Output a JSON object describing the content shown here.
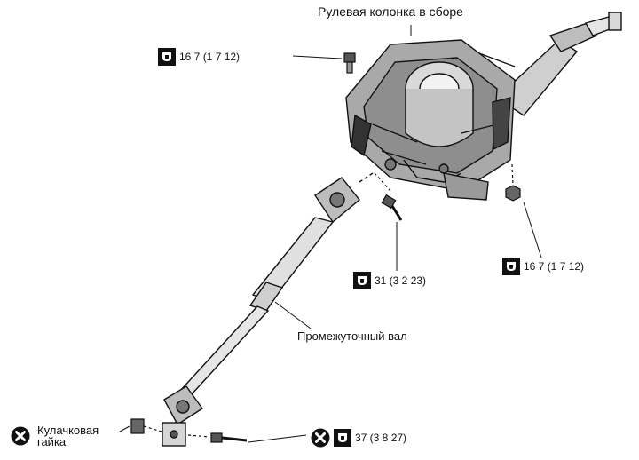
{
  "labels": {
    "column_assembly": "Рулевая колонка в сборе",
    "intermediate_shaft": "Промежуточный вал",
    "cam_nut_line1": "Кулачковая",
    "cam_nut_line2": "гайка"
  },
  "torques": {
    "upper_bolt": "16 7 (1 7  12)",
    "right_nut": "16 7 (1 7  12)",
    "center_bolt": "31 (3 2  23)",
    "bottom_bolt": "37 (3 8  27)"
  },
  "icons": {
    "torque": "torque-wrench-icon",
    "replace": "do-not-reuse-x-icon"
  }
}
